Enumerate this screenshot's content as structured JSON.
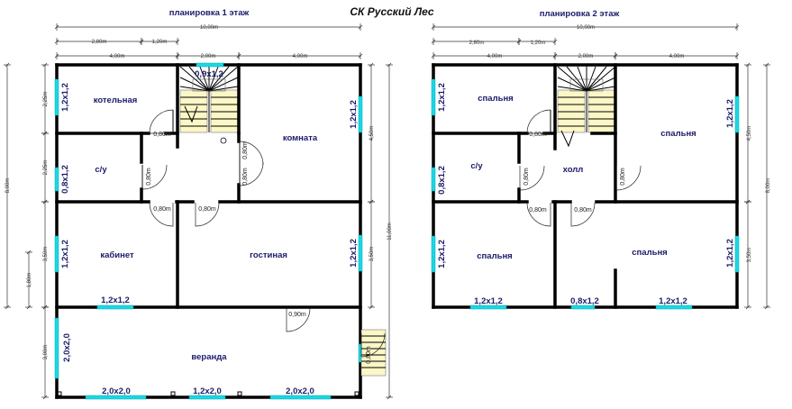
{
  "brand": "СК Русский Лес",
  "floor1": {
    "title": "планировка 1 этаж",
    "dims": {
      "total": "10,00m",
      "a": "2,80m",
      "b": "1,20m",
      "c": "4,00m",
      "d": "2,00m",
      "e": "4,00m",
      "l1": "2,25m",
      "l2": "2,25m",
      "l3": "3,50m",
      "l4": "3,00m",
      "l5": "1,80m",
      "l6": "8,00m",
      "r1": "4,50m",
      "r2": "3,50m",
      "r3": "11,00m"
    },
    "rooms": [
      "котельная",
      "с/у",
      "комната",
      "кабинет",
      "гостиная",
      "веранда"
    ],
    "windows": [
      "0,9x1,2",
      "1,2x1,2",
      "0,8x1,2",
      "1,2x1,2",
      "1,2x1,2",
      "1,2x1,2",
      "1,2x1,2",
      "2,0x2,0",
      "2,0x2,0",
      "1,2x2,0",
      "2,0x2,0"
    ],
    "doors": [
      "0,80m",
      "0,80m",
      "0,80m",
      "0,80m",
      "0,80m",
      "0,80m",
      "0,90m",
      "0,80m"
    ]
  },
  "floor2": {
    "title": "планировка 2 этаж",
    "dims": {
      "total": "10,00m",
      "a": "2,80m",
      "b": "1,20m",
      "c": "4,00m",
      "d": "2,00m",
      "e": "4,00m",
      "r1": "4,50m",
      "r2": "3,50m",
      "r3": "8,00m"
    },
    "rooms": [
      "спальня",
      "с/у",
      "холл",
      "спальня",
      "спальня",
      "спальня"
    ],
    "windows": [
      "1,2x1,2",
      "0,8x1,2",
      "1,2x1,2",
      "1,2x1,2",
      "1,2x1,2",
      "1,2x1,2",
      "0,8x1,2",
      "1,2x1,2"
    ],
    "doors": [
      "0,80m",
      "0,80m",
      "0,80m",
      "0,80m",
      "0,80m"
    ]
  }
}
